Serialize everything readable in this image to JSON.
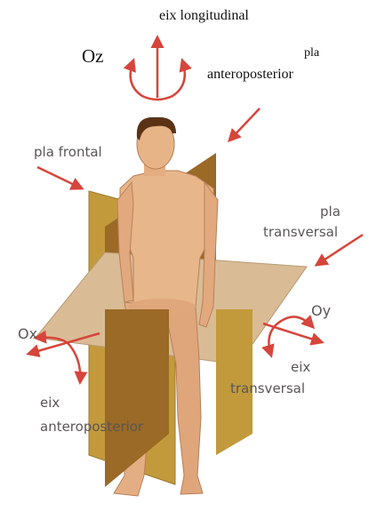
{
  "labels": {
    "longitudinal_axis": "eix longitudinal",
    "oz": "Oz",
    "anteroposterior_plane_line1": "pla",
    "anteroposterior_plane_line2": "anteroposterior",
    "frontal_plane": "pla frontal",
    "transversal_plane_line1": "pla",
    "transversal_plane_line2": "transversal",
    "oy": "Oy",
    "ox": "Ox",
    "transversal_axis_line1": "eix",
    "transversal_axis_line2": "transversal",
    "anteroposterior_axis_line1": "eix",
    "anteroposterior_axis_line2": "anteroposterior"
  },
  "colors": {
    "arrow": "#d6453b",
    "transversal_plane": "#d8b68f",
    "frontal_plane": "#b88a2c",
    "sagittal_plane": "#8a5a1c",
    "skin": "#e7b487",
    "hair": "#5a3316"
  }
}
